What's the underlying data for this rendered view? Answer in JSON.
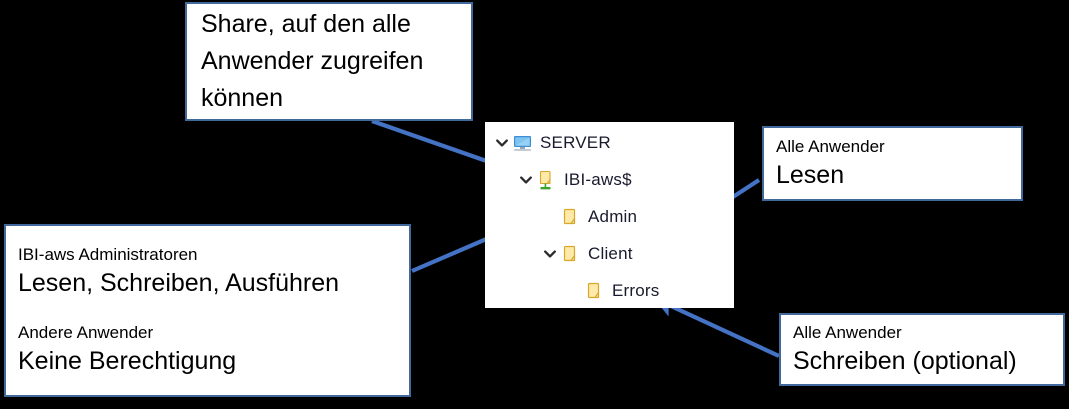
{
  "diagram": {
    "background_color": "#000000",
    "accent_color": "#4472c4",
    "box_border_color": "#41699c",
    "folder_color": "#ffd966",
    "share_icon_color": "#4ab33e"
  },
  "callouts": {
    "share": {
      "name": "share-callout",
      "lines": [
        "Share, auf den alle",
        "Anwender zugreifen",
        "können"
      ]
    },
    "administrators": {
      "name": "administrators-callout",
      "heading_1": "IBI-aws Administratoren",
      "body_1": "Lesen, Schreiben, Ausführen",
      "heading_2": "Andere Anwender",
      "body_2": "Keine Berechtigung"
    },
    "read": {
      "name": "read-callout",
      "heading": "Alle Anwender",
      "body": "Lesen"
    },
    "write": {
      "name": "write-callout",
      "heading": "Alle Anwender",
      "body": "Schreiben (optional)"
    }
  },
  "tree": {
    "name": "folder-tree",
    "rows": [
      {
        "label": "SERVER",
        "icon": "computer-icon",
        "expander": "chevron-down-icon",
        "indent": 0
      },
      {
        "label": "IBI-aws$",
        "icon": "shared-folder-icon",
        "expander": "chevron-down-icon",
        "indent": 1
      },
      {
        "label": "Admin",
        "icon": "folder-icon",
        "expander": "none",
        "indent": 2
      },
      {
        "label": "Client",
        "icon": "folder-icon",
        "expander": "chevron-down-icon",
        "indent": 2
      },
      {
        "label": "Errors",
        "icon": "folder-icon",
        "expander": "none",
        "indent": 3
      }
    ]
  },
  "arrows": [
    {
      "name": "arrow-share-to-ibi-aws",
      "from": "share-callout",
      "to": "tree-row-ibi-aws"
    },
    {
      "name": "arrow-administrators-to-admin",
      "from": "administrators-callout",
      "to": "tree-row-admin"
    },
    {
      "name": "arrow-read-to-client",
      "from": "read-callout",
      "to": "tree-row-client"
    },
    {
      "name": "arrow-write-to-errors",
      "from": "write-callout",
      "to": "tree-row-errors"
    }
  ]
}
